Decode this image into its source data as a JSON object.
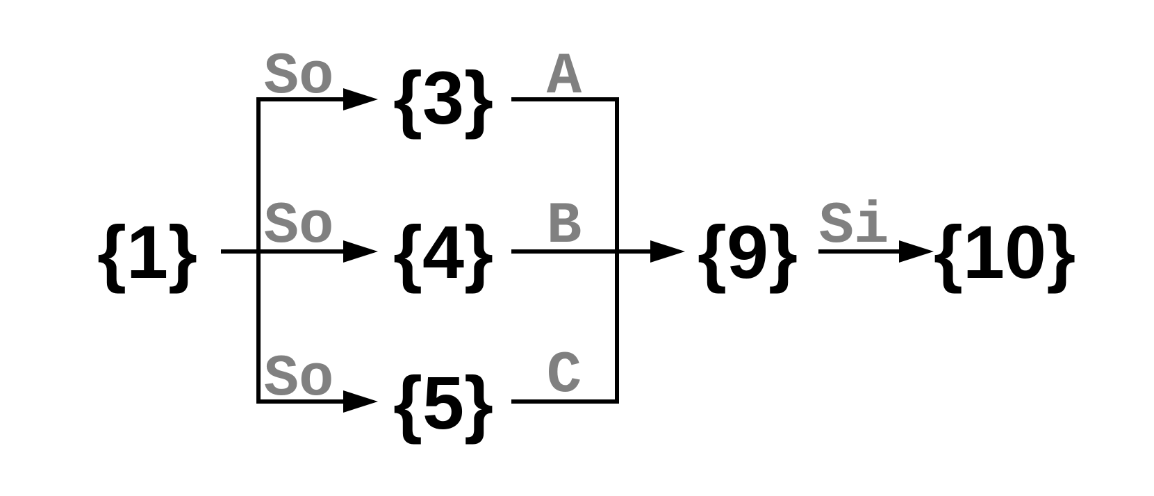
{
  "nodes": {
    "n1": "{1}",
    "n3": "{3}",
    "n4": "{4}",
    "n5": "{5}",
    "n9": "{9}",
    "n10": "{10}"
  },
  "edges": {
    "so_top": "So",
    "so_mid": "So",
    "so_bot": "So",
    "a": "A",
    "b": "B",
    "c": "C",
    "si": "Si"
  },
  "colors": {
    "node_text": "#000000",
    "edge_label": "#808080",
    "lines": "#000000",
    "background": "#ffffff"
  }
}
